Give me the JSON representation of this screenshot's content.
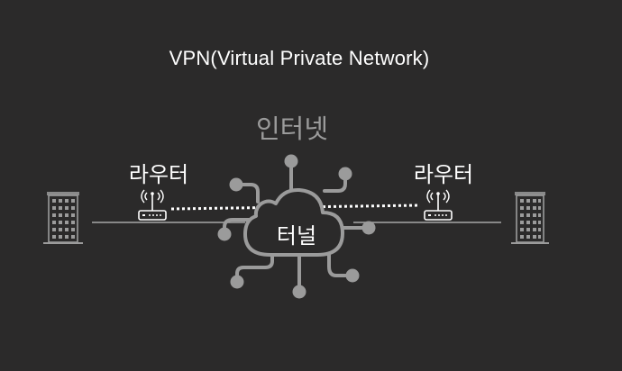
{
  "title": "VPN(Virtual Private Network)",
  "internet_label": "인터넷",
  "tunnel_label": "터널",
  "routers": {
    "left_label": "라우터",
    "right_label": "라우터"
  },
  "colors": {
    "background": "#2b2a2a",
    "node_gray": "#9b9b9b",
    "line_gray": "#a8a8a8",
    "text_white": "#ffffff"
  },
  "icons": {
    "left_building": "building-icon",
    "right_building": "building-icon",
    "left_router": "wifi-router-icon",
    "right_router": "wifi-router-icon",
    "cloud": "cloud-icon"
  }
}
